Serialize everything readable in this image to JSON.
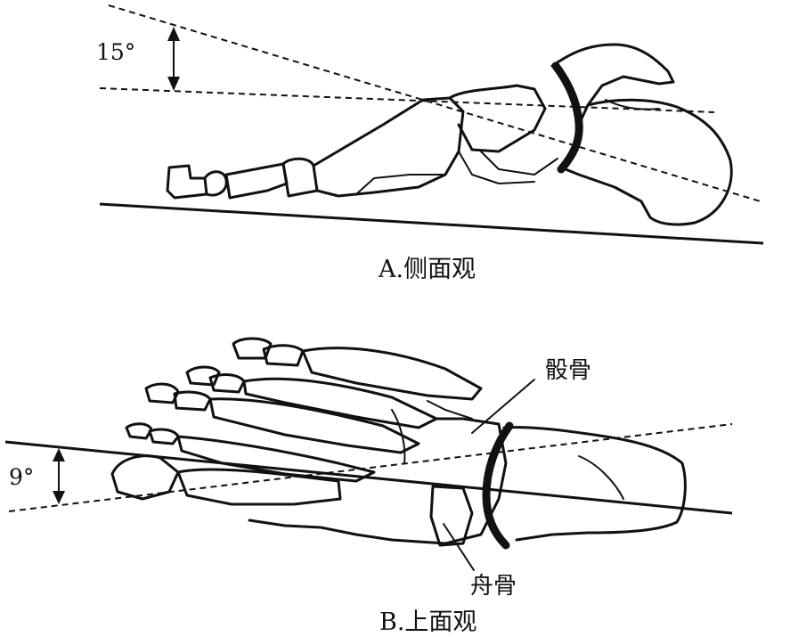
{
  "panel_a": {
    "caption": "A.侧面观",
    "angle_label": "15°"
  },
  "panel_b": {
    "caption": "B.上面观",
    "angle_label": "9°",
    "label_cuboid": "骰骨",
    "label_navicular": "舟骨"
  }
}
